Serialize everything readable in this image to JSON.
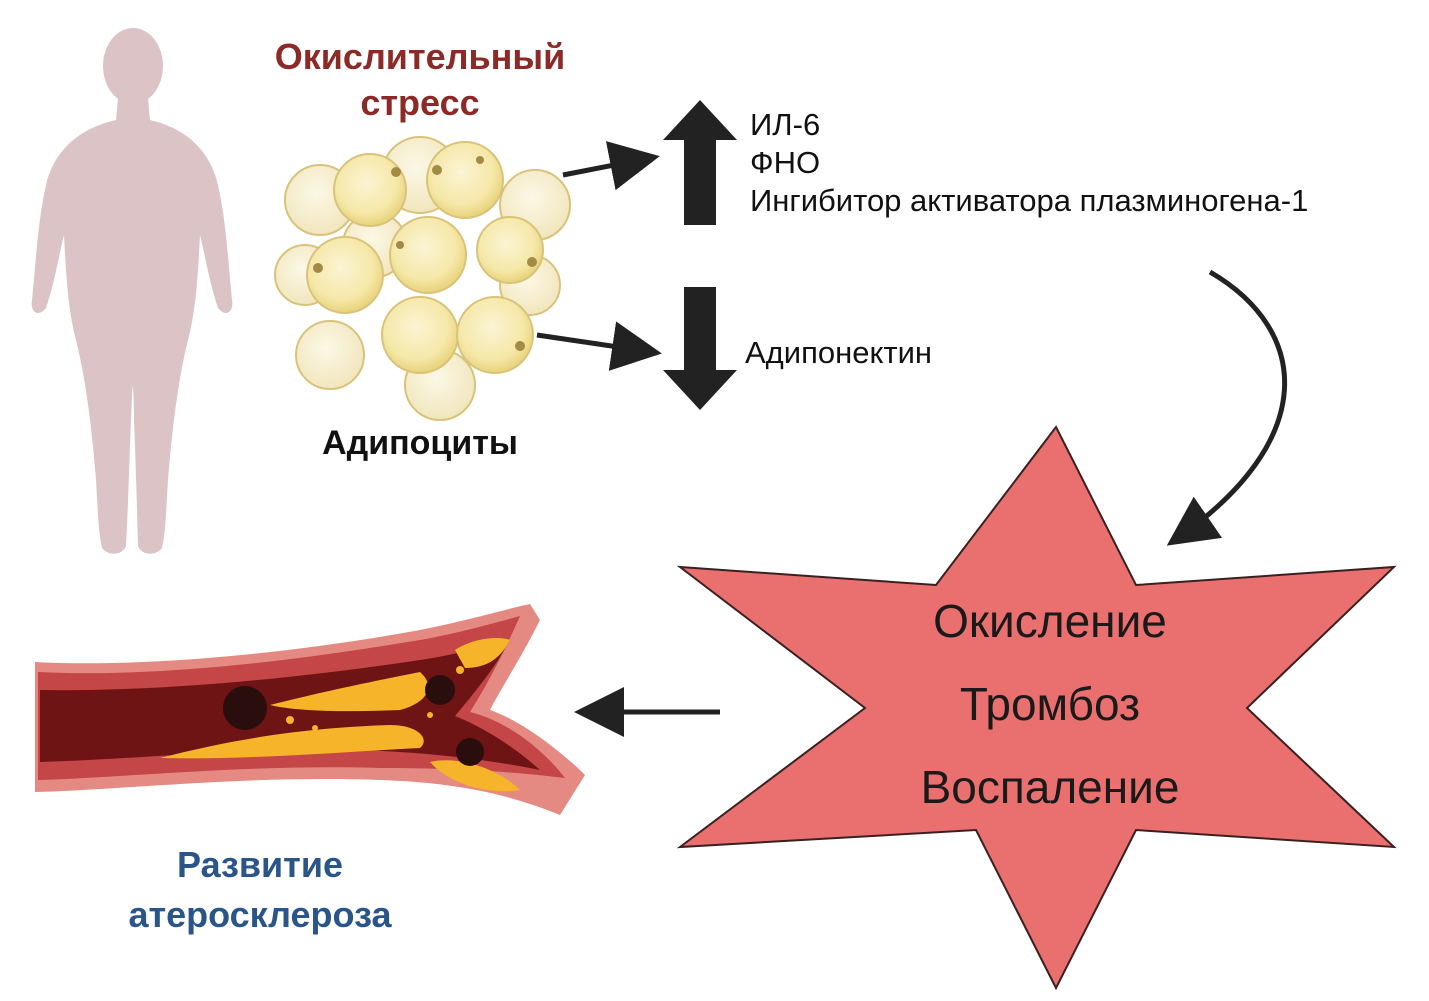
{
  "oxidative_stress": {
    "line1": "Окислительный",
    "line2": "стресс"
  },
  "adipocytes_label": "Адипоциты",
  "increased_markers": [
    "ИЛ-6",
    "ФНО",
    "Ингибитор активатора плазминогена-1"
  ],
  "decreased_marker": "Адипонектин",
  "effects": [
    "Окисление",
    "Тромбоз",
    "Воспаление"
  ],
  "outcome": {
    "line1": "Развитие",
    "line2": "атеросклероза"
  },
  "colors": {
    "oxidative_title": "#8b2a26",
    "outcome_title": "#2a5588",
    "star_fill": "#ea7070",
    "body_silhouette": "#dcc4c6",
    "adipocyte_fill": "#f7ebb4",
    "arrow": "#222222"
  },
  "icons": [
    "human-silhouette-icon",
    "adipocyte-cluster-icon",
    "up-arrow-icon",
    "down-arrow-icon",
    "artery-plaque-icon",
    "six-point-star-icon"
  ]
}
